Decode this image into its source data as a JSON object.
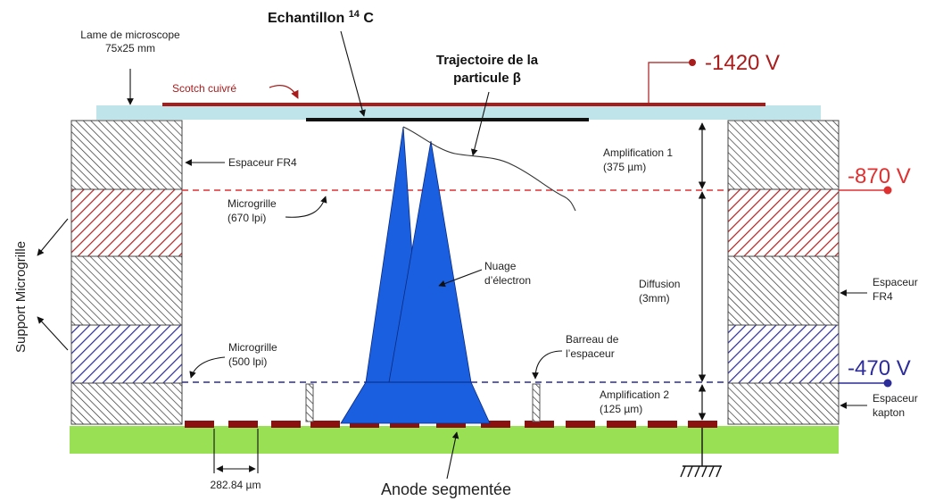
{
  "title_sample": "Echantillon",
  "title_sample_sup": "14",
  "title_sample_end": "C",
  "trajectory_line1": "Trajectoire de la",
  "trajectory_line2": "particule β",
  "slide_line1": "Lame de microscope",
  "slide_line2": "75x25 mm",
  "scotch": "Scotch cuivré",
  "v_top": "-1420 V",
  "v_mid": "-870 V",
  "v_low": "-470 V",
  "spacer_fr4_left": "Espaceur FR4",
  "mesh1_line1": "Microgrille",
  "mesh1_line2": "(670 lpi)",
  "mesh2_line1": "Microgrille",
  "mesh2_line2": "(500 lpi)",
  "cloud_line1": "Nuage",
  "cloud_line2": "d’électron",
  "bar_line1": "Barreau de",
  "bar_line2": "l’espaceur",
  "amp1_line1": "Amplification 1",
  "amp1_line2": "(375 µm)",
  "diff_line1": "Diffusion",
  "diff_line2": "(3mm)",
  "amp2_line1": "Amplification 2",
  "amp2_line2": "(125 µm)",
  "spacer_fr4_right_line1": "Espaceur",
  "spacer_fr4_right_line2": "FR4",
  "spacer_kapton_line1": "Espaceur",
  "spacer_kapton_line2": "kapton",
  "support": "Support Microgrille",
  "pitch": "282.84 µm",
  "anode": "Anode segmentée",
  "colors": {
    "red": "#a81c1c",
    "bright_red": "#e03030",
    "blue": "#2c2c9a",
    "cloud": "#1a5fe0",
    "slide": "#bfe4ea",
    "anode_base": "#99e055",
    "pad": "#8b1010"
  }
}
